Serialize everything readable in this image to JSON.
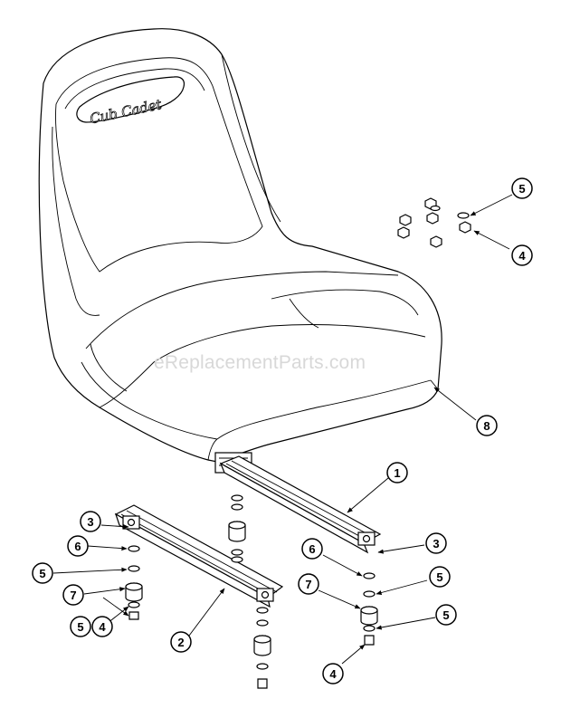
{
  "watermark": "eReplacementParts.com",
  "logo": "Cub Cadet",
  "callouts": [
    "1",
    "2",
    "3",
    "3",
    "4",
    "4",
    "4",
    "5",
    "5",
    "5",
    "5",
    "5",
    "6",
    "6",
    "7",
    "7",
    "8"
  ]
}
